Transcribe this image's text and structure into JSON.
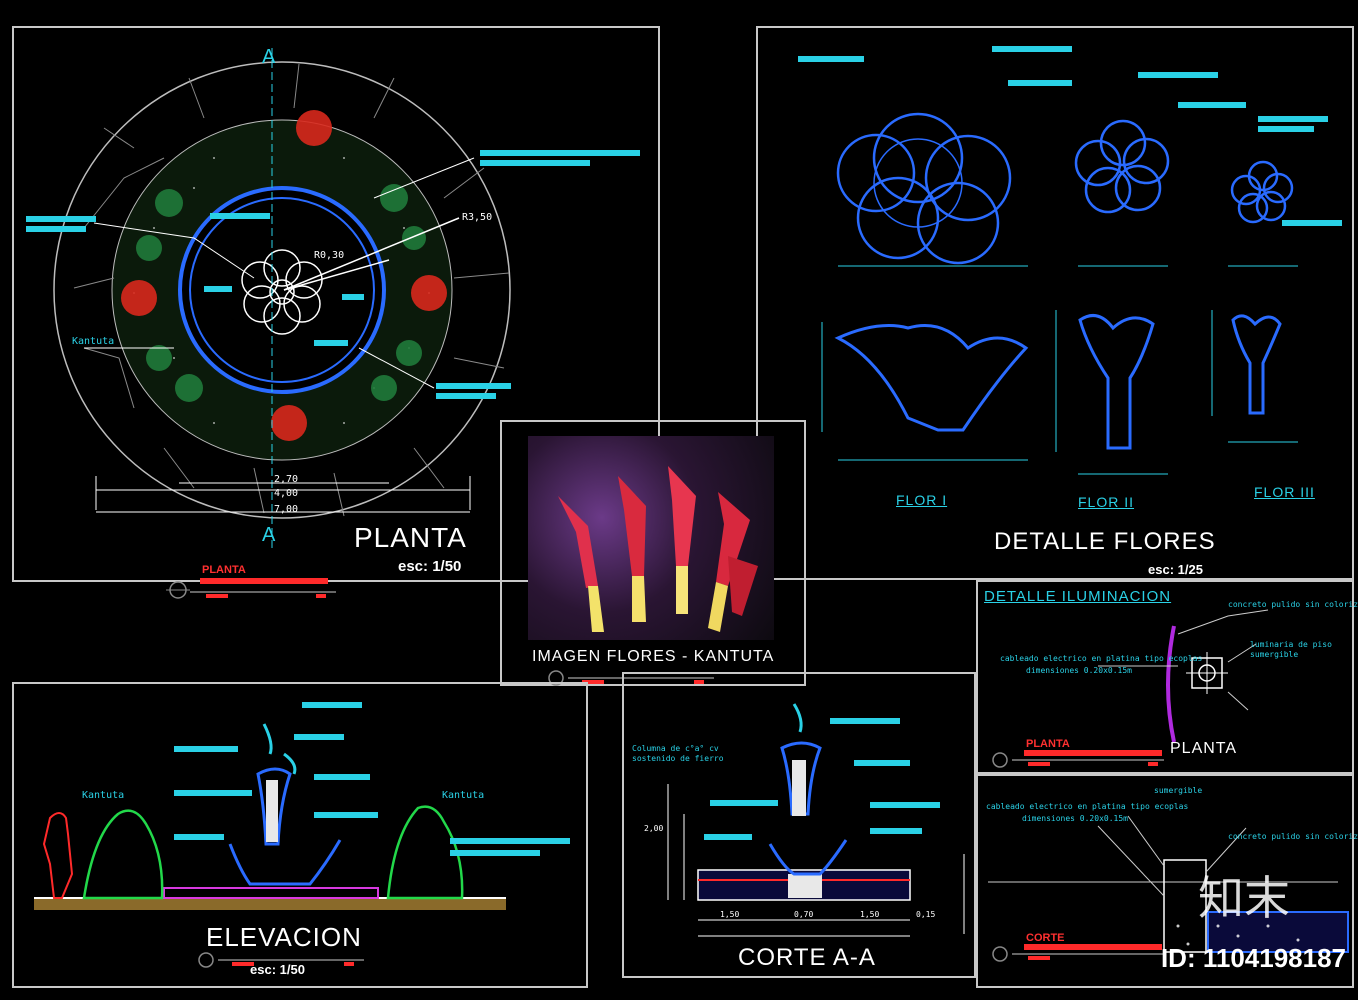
{
  "planta": {
    "title": "PLANTA",
    "scale": "esc: 1/50",
    "tag": "PLANTA",
    "axis_top": "A",
    "axis_bottom": "A",
    "label_kantuta": "Kantuta",
    "radius_r1": "R3,50",
    "radius_r2": "R0,30",
    "dim_total": "7,00",
    "dim_inner": "4,00",
    "dim_mid": "2,70"
  },
  "detalle_flores": {
    "title": "DETALLE FLORES",
    "scale": "esc: 1/25",
    "flower_labels": [
      "FLOR  I",
      "FLOR  II",
      "FLOR  III"
    ]
  },
  "imagen": {
    "title": "IMAGEN FLORES - KANTUTA"
  },
  "detalle_iluminacion": {
    "title": "DETALLE ILUMINACION",
    "tag_planta": "PLANTA",
    "planta_label": "PLANTA",
    "tag_corte": "CORTE",
    "note_1": "cableado electrico en platina tipo ecoplas",
    "note_2": "dimensiones 0.20x0.15m",
    "note_3": "concreto pulido sin colorizar",
    "note_4": "luminaria de piso",
    "note_5": "sumergible"
  },
  "elevacion": {
    "title": "ELEVACION",
    "scale": "esc: 1/50",
    "label_kantuta_left": "Kantuta",
    "label_kantuta_right": "Kantuta"
  },
  "corte": {
    "title": "CORTE A-A",
    "note_1": "Columna de c°a° cv",
    "note_2": "sostenido de fierro",
    "dim_a": "2,00",
    "dim_b": "1,50",
    "dim_c": "1,50",
    "dim_d": "0,70",
    "dim_e": "0,15"
  },
  "watermark": {
    "logo": "知末",
    "id": "ID: 1104198187"
  },
  "colors": {
    "frame": "#c8c8c8",
    "cad_blue": "#2a6bff",
    "cad_cyan": "#2ad1e6",
    "red": "#ff2a2a",
    "green": "#22c84a"
  }
}
